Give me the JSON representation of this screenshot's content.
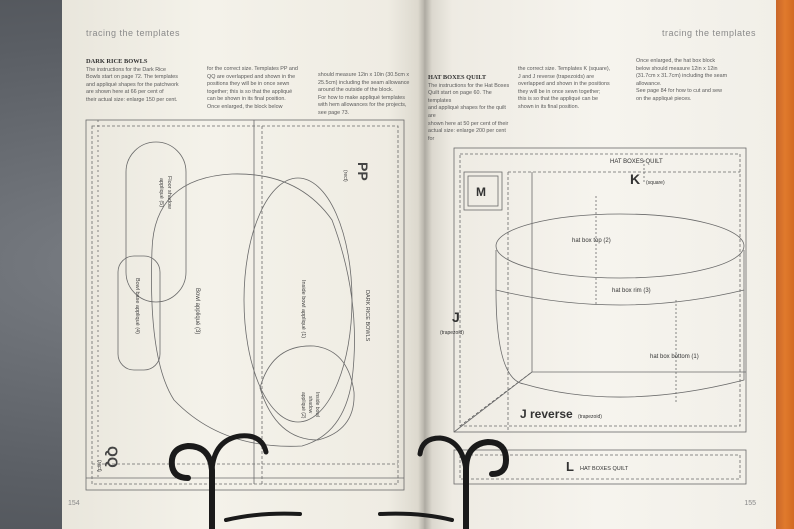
{
  "left_page": {
    "header": "tracing the templates",
    "page_number": "154",
    "text_columns": [
      {
        "title": "DARK RICE BOWLS",
        "lines": [
          "The instructions for the Dark Rice",
          "Bowls start on page 72. The templates",
          "and appliqué shapes for the patchwork",
          "are shown here at 66 per cent of",
          "their actual size: enlarge 150 per cent."
        ]
      },
      {
        "title": "",
        "lines": [
          "for the correct size. Templates PP and",
          "QQ are overlapped and shown in the",
          "positions they will be in once sewn",
          "together; this is so that the appliqué",
          "can be shown in its final position.",
          "Once enlarged, the block below"
        ]
      },
      {
        "title": "",
        "lines": [
          "should measure 12in x 10in (30.5cm x",
          "25.5cm) including the seam allowance",
          "around the outside of the block.",
          "For how to make appliqué templates",
          "with hem allowances for the projects,",
          "see page 73."
        ]
      }
    ],
    "diagram": {
      "pp": "PP",
      "pp_note": "(rect)",
      "qq": "QQ",
      "qq_note": "(rect)",
      "floor_shadow": [
        "Floor shadow",
        "appliqué (5)"
      ],
      "bowl_base": "Bowl base appliqué (4)",
      "bowl": "Bowl appliqué (3)",
      "inside_bowl": "Inside bowl appliqué (1)",
      "inside_shadow": [
        "Inside bowl",
        "shadow",
        "appliqué (2)"
      ],
      "block_title": "DARK RICE BOWLS"
    }
  },
  "right_page": {
    "header": "tracing the templates",
    "page_number": "155",
    "text_columns": [
      {
        "title": "HAT BOXES QUILT",
        "lines": [
          "The instructions for the Hat Boxes",
          "Quilt start on page 60. The templates",
          "and appliqué shapes for the quilt are",
          "shown here at 50 per cent of their",
          "actual size: enlarge 200 per cent for"
        ]
      },
      {
        "title": "",
        "lines": [
          "the correct size. Templates K (square),",
          "J and J reverse (trapezoids) are",
          "overlapped and shown in the positions",
          "they will be in once sewn together;",
          "this is so that the appliqué can be",
          "shown in its final position."
        ]
      },
      {
        "title": "",
        "lines": [
          "Once enlarged, the hat box block",
          "below should measure 12in x 12in",
          "(31.7cm x 31.7cm) including the seam",
          "allowance.",
          "See page 84 for how to cut and sew",
          "on the appliqué pieces."
        ]
      }
    ],
    "diagram": {
      "quilt_title": "HAT BOXES QUILT",
      "m": "M",
      "k": "K",
      "k_note": "(square)",
      "hat_box_top": "hat box top (2)",
      "hat_box_rim": "hat box rim (3)",
      "hat_box_bottom": "hat box bottom (1)",
      "j": "J",
      "j_note": "(trapezoid)",
      "j_reverse": "J reverse",
      "j_reverse_note": "(trapezoid)",
      "l": "L",
      "l_title": "HAT BOXES QUILT"
    }
  },
  "colors": {
    "background": "#5e6269",
    "paper": "#f3f1ea",
    "ink": "#3a3a3a",
    "stand": "#1c1c1c",
    "orange_edge": "#e07a2c"
  }
}
